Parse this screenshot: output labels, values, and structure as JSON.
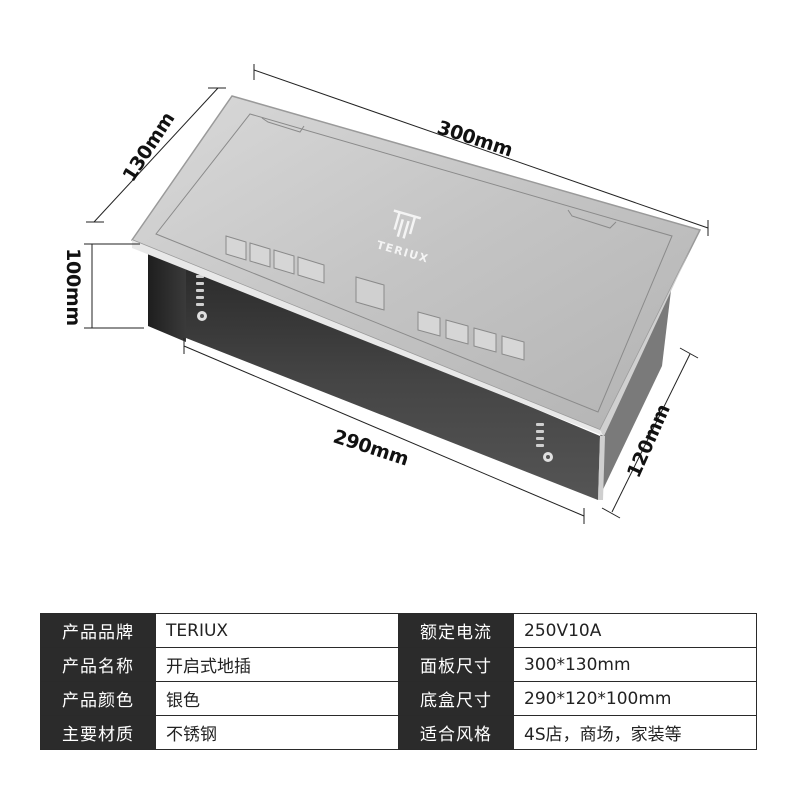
{
  "brand_logo_text": "TERIUX",
  "dimensions": {
    "top_length": "300mm",
    "top_width": "130mm",
    "height": "100mm",
    "bottom_length": "290mm",
    "bottom_width": "120mm"
  },
  "specs": [
    {
      "left_key": "产品品牌",
      "left_value": "TERIUX",
      "right_key": "额定电流",
      "right_value": "250V10A"
    },
    {
      "left_key": "产品名称",
      "left_value": "开启式地插",
      "right_key": "面板尺寸",
      "right_value": "300*130mm"
    },
    {
      "left_key": "产品颜色",
      "left_value": "银色",
      "right_key": "底盒尺寸",
      "right_value": "290*120*100mm"
    },
    {
      "left_key": "主要材质",
      "left_value": "不锈钢",
      "right_key": "适合风格",
      "right_value": "4S店，商场，家装等"
    }
  ]
}
